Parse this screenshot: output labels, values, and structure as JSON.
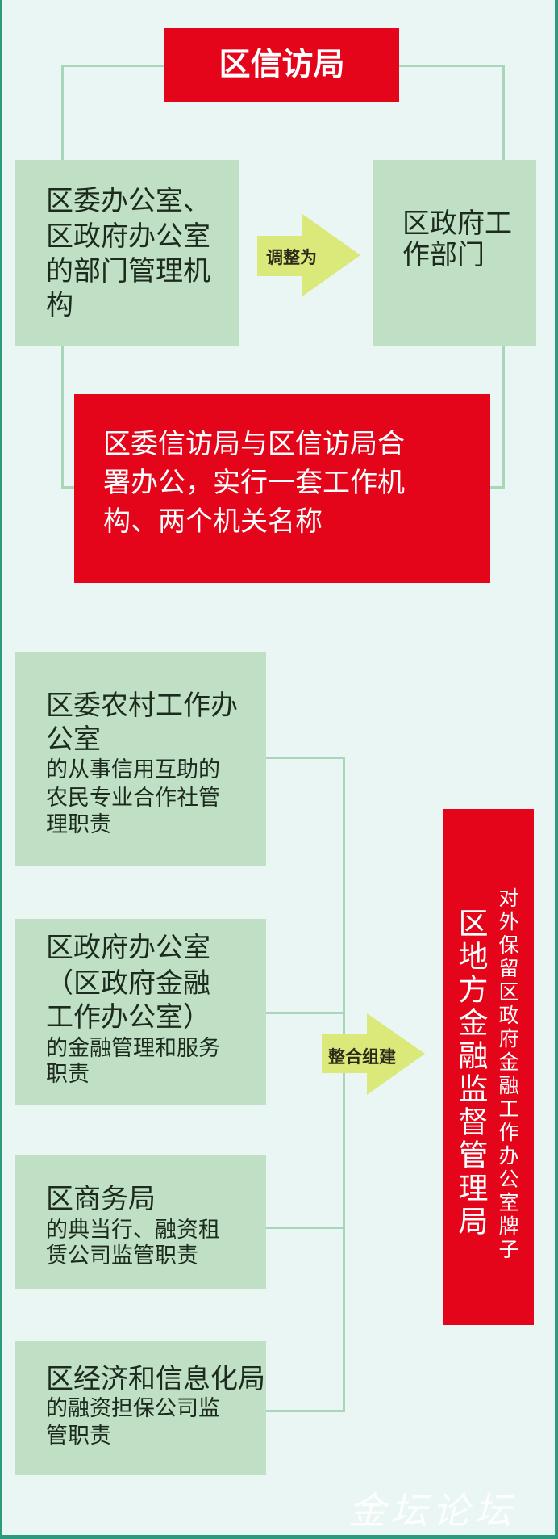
{
  "colors": {
    "red": "#e5051b",
    "green_box": "#bfe0c5",
    "connector": "#a9d6b8",
    "arrow": "#dbe87a",
    "background": "#e9f6f3",
    "border": "#2c9a7c"
  },
  "section1": {
    "top_title": "区信访局",
    "left_box": [
      "区委办公室、",
      "区政府办公室",
      "的部门管理机",
      "构"
    ],
    "arrow_label": "调整为",
    "right_box": [
      "区政府工",
      "作部门"
    ],
    "bottom_box": [
      "区委信访局与区信访局合",
      "署办公，实行一套工作机",
      "构、两个机关名称"
    ]
  },
  "section2": {
    "sources": [
      {
        "title": [
          "区委农村工作办",
          "公室"
        ],
        "desc": [
          "的从事信用互助的",
          "农民专业合作社管",
          "理职责"
        ]
      },
      {
        "title": [
          "区政府办公室",
          "（区政府金融",
          "工作办公室）"
        ],
        "desc": [
          "的金融管理和服务",
          "职责"
        ]
      },
      {
        "title": [
          "区商务局"
        ],
        "desc": [
          "的典当行、融资租",
          "赁公司监管职责"
        ]
      },
      {
        "title": [
          "区经济和信息化局"
        ],
        "desc": [
          "的融资担保公司监",
          "管职责"
        ]
      }
    ],
    "arrow_label": "整合组建",
    "target": {
      "name": "区地方金融监督管理局",
      "note": "对外保留区政府金融工作办公室牌子"
    }
  },
  "watermark": "金坛论坛"
}
